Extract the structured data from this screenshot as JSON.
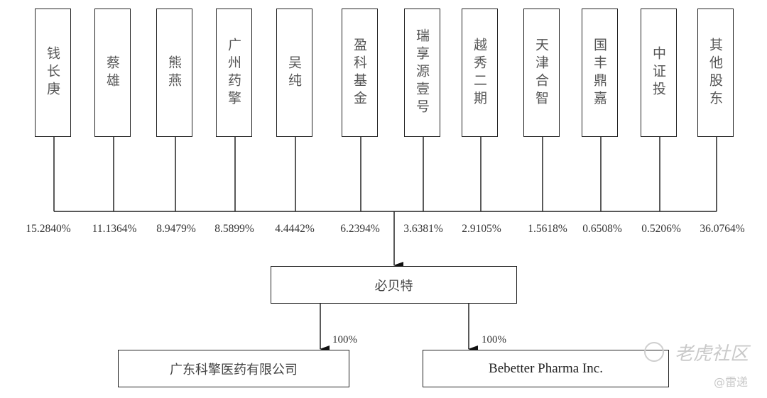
{
  "shareholders": [
    {
      "name": "钱长庚",
      "stake": "15.2840%"
    },
    {
      "name": "蔡雄",
      "stake": "11.1364%"
    },
    {
      "name": "熊燕",
      "stake": "8.9479%"
    },
    {
      "name": "广州药擎",
      "stake": "8.5899%"
    },
    {
      "name": "吴纯",
      "stake": "4.4442%"
    },
    {
      "name": "盈科基金",
      "stake": "6.2394%"
    },
    {
      "name": "瑞享源壹号",
      "stake": "3.6381%"
    },
    {
      "name": "越秀二期",
      "stake": "2.9105%"
    },
    {
      "name": "天津合智",
      "stake": "1.5618%"
    },
    {
      "name": "国丰鼎嘉",
      "stake": "0.6508%"
    },
    {
      "name": "中证投",
      "stake": "0.5206%"
    },
    {
      "name": "其他股东",
      "stake": "36.0764%"
    }
  ],
  "company": {
    "name": "必贝特"
  },
  "subsidiaries": [
    {
      "name": "广东科擎医药有限公司",
      "stake": "100%"
    },
    {
      "name": "Bebetter Pharma Inc.",
      "stake": "100%"
    }
  ],
  "watermark": {
    "brand": "老虎社区",
    "author": "@雷递"
  }
}
